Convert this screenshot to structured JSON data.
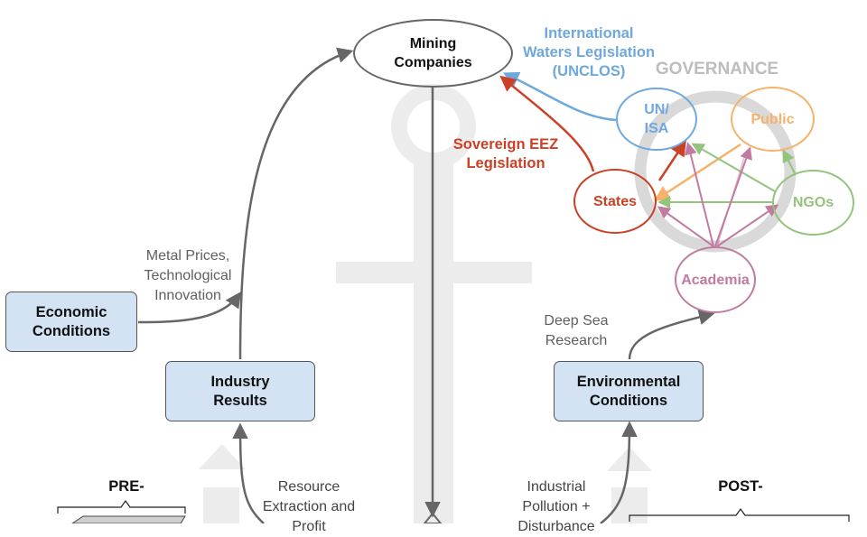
{
  "mining": {
    "line1": "Mining",
    "line2": "Companies"
  },
  "unclos": {
    "line1": "International",
    "line2": "Waters Legislation",
    "line3": "(UNCLOS)"
  },
  "sovereign": {
    "line1": "Sovereign EEZ",
    "line2": "Legislation"
  },
  "governance": {
    "title": "GOVERNANCE"
  },
  "nodes": {
    "un_isa": {
      "line1": "UN/",
      "line2": "ISA"
    },
    "public": "Public",
    "states": "States",
    "ngos": "NGOs",
    "academia": "Academia"
  },
  "metal": {
    "line1": "Metal Prices,",
    "line2": "Technological",
    "line3": "Innovation"
  },
  "economic": {
    "line1": "Economic",
    "line2": "Conditions"
  },
  "industry": {
    "line1": "Industry",
    "line2": "Results"
  },
  "environmental": {
    "line1": "Environmental",
    "line2": "Conditions"
  },
  "deepsea": {
    "line1": "Deep Sea",
    "line2": "Research"
  },
  "resource": {
    "line1": "Resource",
    "line2": "Extraction and",
    "line3": "Profit"
  },
  "pollution": {
    "line1": "Industrial",
    "line2": "Pollution +",
    "line3": "Disturbance"
  },
  "pre": "PRE-",
  "post": "POST-",
  "colors": {
    "blue": "#6fa8dc",
    "orange": "#f6b26b",
    "red": "#cc4125",
    "green": "#93c47d",
    "purple": "#c27ba0",
    "arrow": "#666666",
    "box_fill": "#d3e3f3",
    "watermark": "#ececec"
  }
}
